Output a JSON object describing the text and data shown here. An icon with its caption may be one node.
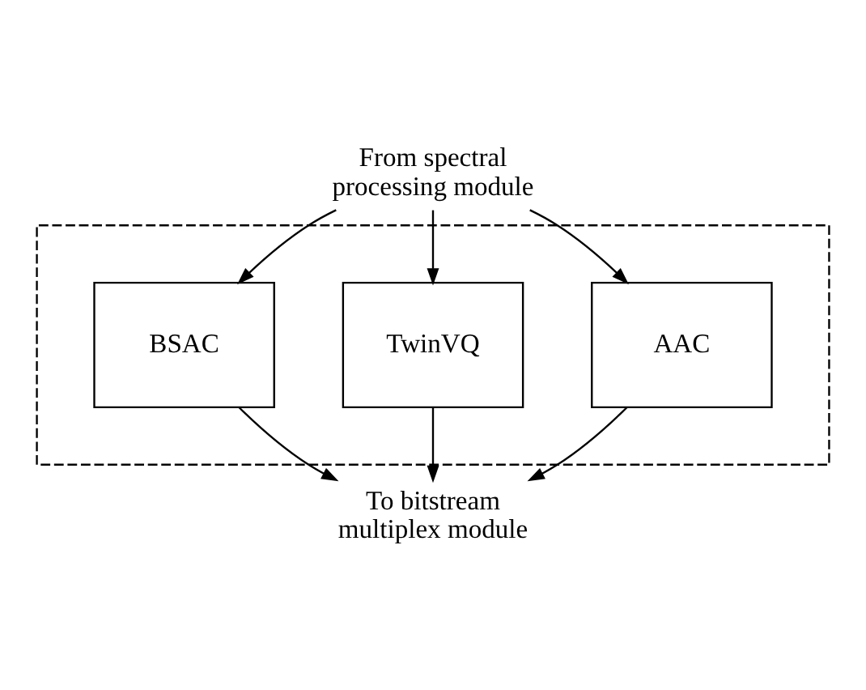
{
  "diagram": {
    "nodes": [
      {
        "text": [
          "From spectral processing module"
        ]
      },
      {
        "text": [],
        "shape": "box"
      },
      {
        "text": [
          "AAC"
        ],
        "in": 1
      },
      {
        "text": [
          "TwinVQ"
        ],
        "in": 1
      },
      {
        "text": [
          "BSAC"
        ],
        "in": 1
      },
      {
        "text": [
          "To bitstream multiplex module"
        ]
      }
    ],
    "edges": [
      {
        "from": 0,
        "to": 2,
        "arrow": "to"
      },
      {
        "from": 0,
        "to": 3,
        "arrow": "to"
      },
      {
        "from": 0,
        "to": 4,
        "arrow": "to"
      },
      {
        "from": 2,
        "to": 5,
        "arrow": "to"
      },
      {
        "from": 3,
        "to": 5,
        "arrow": "to"
      },
      {
        "from": 4,
        "to": 5,
        "arrow": "to"
      }
    ]
  }
}
